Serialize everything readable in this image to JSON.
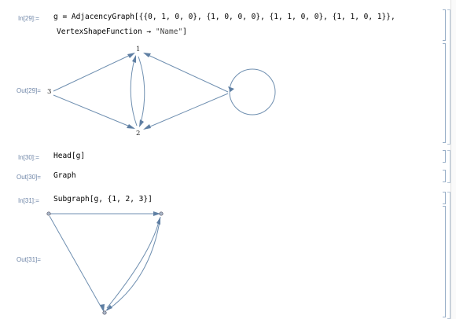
{
  "cells": [
    {
      "in_label": "In[29]:=",
      "in_line1": "g = AdjacencyGraph[{{0, 1, 0, 0}, {1, 0, 0, 0}, {1, 1, 0, 0}, {1, 1, 0, 1}},",
      "in_line2_pre": "VertexShapeFunction → ",
      "in_line2_str": "\"Name\"",
      "in_line2_post": "]",
      "out_label": "Out[29]=",
      "vertices": [
        "1",
        "2",
        "3"
      ]
    },
    {
      "in_label": "In[30]:=",
      "input": "Head[g]",
      "out_label": "Out[30]=",
      "output": "Graph"
    },
    {
      "in_label": "In[31]:=",
      "input": "Subgraph[g, {1, 2, 3}]",
      "out_label": "Out[31]="
    }
  ],
  "colors": {
    "label": "#6f86a8",
    "edge": "#6f8fb0",
    "bracket": "#9ab0c8"
  }
}
